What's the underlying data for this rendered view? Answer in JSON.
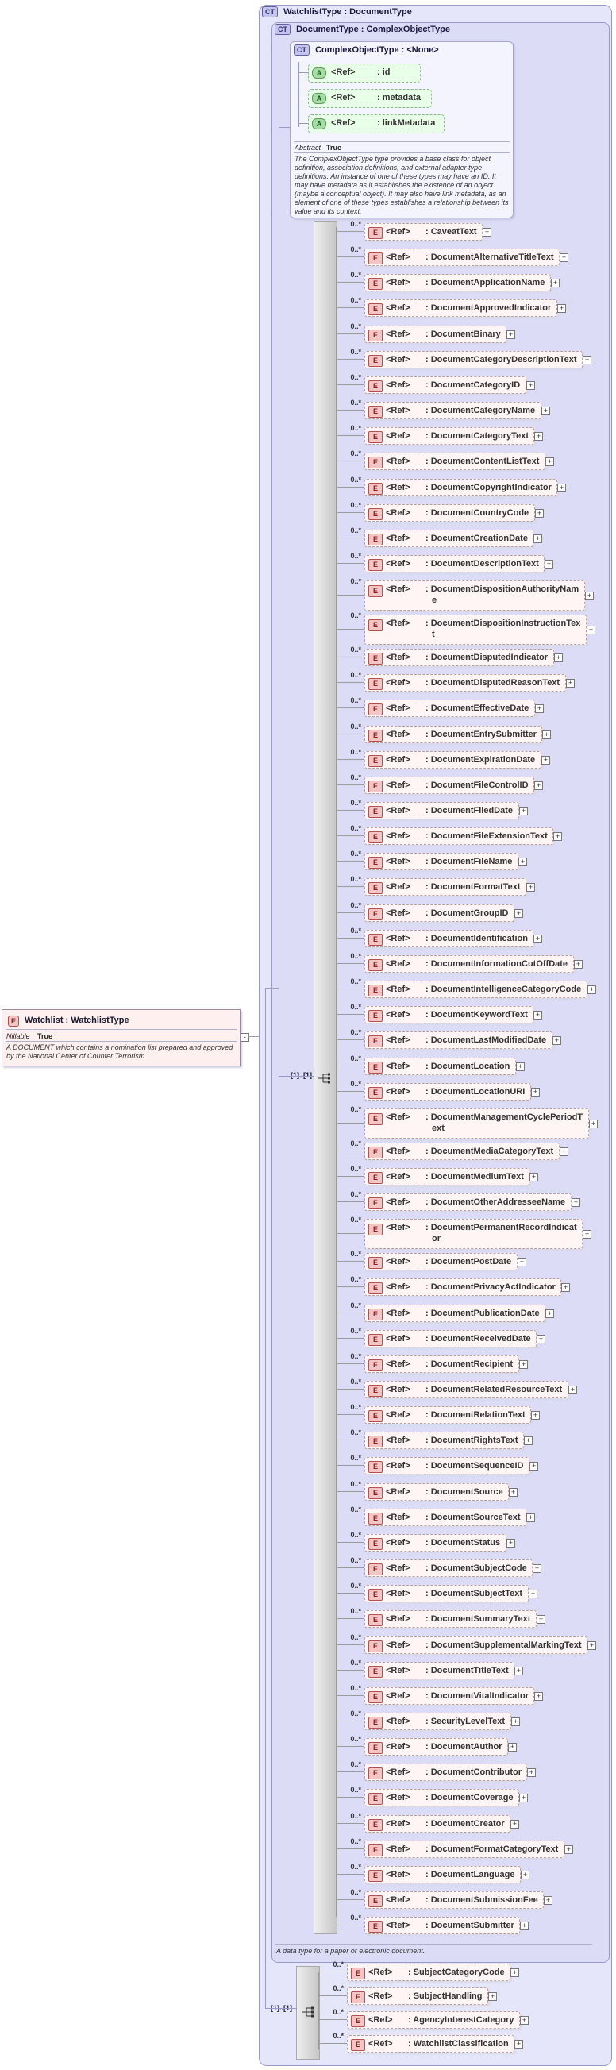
{
  "root": {
    "badge": "E",
    "title": "Watchlist : WatchlistType",
    "prop_label": "Nillable",
    "prop_value": "True",
    "doc": "A DOCUMENT which contains a nomination list prepared and approved by the National Center of Counter Terrorism."
  },
  "outer_type": {
    "badge": "CT",
    "title": "WatchlistType : DocumentType"
  },
  "document_type": {
    "badge": "CT",
    "title": "DocumentType : ComplexObjectType",
    "doc": "A data type for a paper or electronic document.",
    "seq_multiplicity": "[1]..[1]"
  },
  "complex_object_type": {
    "badge": "CT",
    "title": "ComplexObjectType : <None>",
    "attributes": [
      {
        "badge": "A",
        "ref": "<Ref>",
        "name": ": id"
      },
      {
        "badge": "A",
        "ref": "<Ref>",
        "name": ": metadata"
      },
      {
        "badge": "A",
        "ref": "<Ref>",
        "name": ": linkMetadata"
      }
    ],
    "prop_label": "Abstract",
    "prop_value": "True",
    "doc": "The ComplexObjectType type provides a base class for object definition, association definitions, and external adapter type definitions. An instance of one of these types may have an ID. It may have metadata as it establishes the existence of an object (maybe a conceptual object). It may also have link metadata, as an element of one of these types establishes a relationship between its value and its context."
  },
  "document_elements": [
    {
      "badge": "E",
      "ref": "<Ref>",
      "name": ": CaveatText",
      "mult": "0..*"
    },
    {
      "badge": "E",
      "ref": "<Ref>",
      "name": ": DocumentAlternativeTitleText",
      "mult": "0..*"
    },
    {
      "badge": "E",
      "ref": "<Ref>",
      "name": ": DocumentApplicationName",
      "mult": "0..*"
    },
    {
      "badge": "E",
      "ref": "<Ref>",
      "name": ": DocumentApprovedIndicator",
      "mult": "0..*"
    },
    {
      "badge": "E",
      "ref": "<Ref>",
      "name": ": DocumentBinary",
      "mult": "0..*"
    },
    {
      "badge": "E",
      "ref": "<Ref>",
      "name": ": DocumentCategoryDescriptionText",
      "mult": "0..*"
    },
    {
      "badge": "E",
      "ref": "<Ref>",
      "name": ": DocumentCategoryID",
      "mult": "0..*"
    },
    {
      "badge": "E",
      "ref": "<Ref>",
      "name": ": DocumentCategoryName",
      "mult": "0..*"
    },
    {
      "badge": "E",
      "ref": "<Ref>",
      "name": ": DocumentCategoryText",
      "mult": "0..*"
    },
    {
      "badge": "E",
      "ref": "<Ref>",
      "name": ": DocumentContentListText",
      "mult": "0..*"
    },
    {
      "badge": "E",
      "ref": "<Ref>",
      "name": ": DocumentCopyrightIndicator",
      "mult": "0..*"
    },
    {
      "badge": "E",
      "ref": "<Ref>",
      "name": ": DocumentCountryCode",
      "mult": "0..*"
    },
    {
      "badge": "E",
      "ref": "<Ref>",
      "name": ": DocumentCreationDate",
      "mult": "0..*"
    },
    {
      "badge": "E",
      "ref": "<Ref>",
      "name": ": DocumentDescriptionText",
      "mult": "0..*"
    },
    {
      "badge": "E",
      "ref": "<Ref>",
      "name": ": DocumentDispositionAuthorityNam",
      "name2": "e",
      "mult": "0..*"
    },
    {
      "badge": "E",
      "ref": "<Ref>",
      "name": ": DocumentDispositionInstructionTex",
      "name2": "t",
      "mult": "0..*"
    },
    {
      "badge": "E",
      "ref": "<Ref>",
      "name": ": DocumentDisputedIndicator",
      "mult": "0..*"
    },
    {
      "badge": "E",
      "ref": "<Ref>",
      "name": ": DocumentDisputedReasonText",
      "mult": "0..*"
    },
    {
      "badge": "E",
      "ref": "<Ref>",
      "name": ": DocumentEffectiveDate",
      "mult": "0..*"
    },
    {
      "badge": "E",
      "ref": "<Ref>",
      "name": ": DocumentEntrySubmitter",
      "mult": "0..*"
    },
    {
      "badge": "E",
      "ref": "<Ref>",
      "name": ": DocumentExpirationDate",
      "mult": "0..*"
    },
    {
      "badge": "E",
      "ref": "<Ref>",
      "name": ": DocumentFileControlID",
      "mult": "0..*"
    },
    {
      "badge": "E",
      "ref": "<Ref>",
      "name": ": DocumentFiledDate",
      "mult": "0..*"
    },
    {
      "badge": "E",
      "ref": "<Ref>",
      "name": ": DocumentFileExtensionText",
      "mult": "0..*"
    },
    {
      "badge": "E",
      "ref": "<Ref>",
      "name": ": DocumentFileName",
      "mult": "0..*"
    },
    {
      "badge": "E",
      "ref": "<Ref>",
      "name": ": DocumentFormatText",
      "mult": "0..*"
    },
    {
      "badge": "E",
      "ref": "<Ref>",
      "name": ": DocumentGroupID",
      "mult": "0..*"
    },
    {
      "badge": "E",
      "ref": "<Ref>",
      "name": ": DocumentIdentification",
      "mult": "0..*"
    },
    {
      "badge": "E",
      "ref": "<Ref>",
      "name": ": DocumentInformationCutOffDate",
      "mult": "0..*"
    },
    {
      "badge": "E",
      "ref": "<Ref>",
      "name": ": DocumentIntelligenceCategoryCode",
      "mult": "0..*"
    },
    {
      "badge": "E",
      "ref": "<Ref>",
      "name": ": DocumentKeywordText",
      "mult": "0..*"
    },
    {
      "badge": "E",
      "ref": "<Ref>",
      "name": ": DocumentLastModifiedDate",
      "mult": "0..*"
    },
    {
      "badge": "E",
      "ref": "<Ref>",
      "name": ": DocumentLocation",
      "mult": "0..*"
    },
    {
      "badge": "E",
      "ref": "<Ref>",
      "name": ": DocumentLocationURI",
      "mult": "0..*"
    },
    {
      "badge": "E",
      "ref": "<Ref>",
      "name": ": DocumentManagementCyclePeriodT",
      "name2": "ext",
      "mult": "0..*"
    },
    {
      "badge": "E",
      "ref": "<Ref>",
      "name": ": DocumentMediaCategoryText",
      "mult": "0..*"
    },
    {
      "badge": "E",
      "ref": "<Ref>",
      "name": ": DocumentMediumText",
      "mult": "0..*"
    },
    {
      "badge": "E",
      "ref": "<Ref>",
      "name": ": DocumentOtherAddresseeName",
      "mult": "0..*"
    },
    {
      "badge": "E",
      "ref": "<Ref>",
      "name": ": DocumentPermanentRecordIndicat",
      "name2": "or",
      "mult": "0..*"
    },
    {
      "badge": "E",
      "ref": "<Ref>",
      "name": ": DocumentPostDate",
      "mult": "0..*"
    },
    {
      "badge": "E",
      "ref": "<Ref>",
      "name": ": DocumentPrivacyActIndicator",
      "mult": "0..*"
    },
    {
      "badge": "E",
      "ref": "<Ref>",
      "name": ": DocumentPublicationDate",
      "mult": "0..*"
    },
    {
      "badge": "E",
      "ref": "<Ref>",
      "name": ": DocumentReceivedDate",
      "mult": "0..*"
    },
    {
      "badge": "E",
      "ref": "<Ref>",
      "name": ": DocumentRecipient",
      "mult": "0..*"
    },
    {
      "badge": "E",
      "ref": "<Ref>",
      "name": ": DocumentRelatedResourceText",
      "mult": "0..*"
    },
    {
      "badge": "E",
      "ref": "<Ref>",
      "name": ": DocumentRelationText",
      "mult": "0..*"
    },
    {
      "badge": "E",
      "ref": "<Ref>",
      "name": ": DocumentRightsText",
      "mult": "0..*"
    },
    {
      "badge": "E",
      "ref": "<Ref>",
      "name": ": DocumentSequenceID",
      "mult": "0..*"
    },
    {
      "badge": "E",
      "ref": "<Ref>",
      "name": ": DocumentSource",
      "mult": "0..*"
    },
    {
      "badge": "E",
      "ref": "<Ref>",
      "name": ": DocumentSourceText",
      "mult": "0..*"
    },
    {
      "badge": "E",
      "ref": "<Ref>",
      "name": ": DocumentStatus",
      "mult": "0..*"
    },
    {
      "badge": "E",
      "ref": "<Ref>",
      "name": ": DocumentSubjectCode",
      "mult": "0..*"
    },
    {
      "badge": "E",
      "ref": "<Ref>",
      "name": ": DocumentSubjectText",
      "mult": "0..*"
    },
    {
      "badge": "E",
      "ref": "<Ref>",
      "name": ": DocumentSummaryText",
      "mult": "0..*"
    },
    {
      "badge": "E",
      "ref": "<Ref>",
      "name": ": DocumentSupplementalMarkingText",
      "mult": "0..*"
    },
    {
      "badge": "E",
      "ref": "<Ref>",
      "name": ": DocumentTitleText",
      "mult": "0..*"
    },
    {
      "badge": "E",
      "ref": "<Ref>",
      "name": ": DocumentVitalIndicator",
      "mult": "0..*"
    },
    {
      "badge": "E",
      "ref": "<Ref>",
      "name": ": SecurityLevelText",
      "mult": "0..*"
    },
    {
      "badge": "E",
      "ref": "<Ref>",
      "name": ": DocumentAuthor",
      "mult": "0..*"
    },
    {
      "badge": "E",
      "ref": "<Ref>",
      "name": ": DocumentContributor",
      "mult": "0..*"
    },
    {
      "badge": "E",
      "ref": "<Ref>",
      "name": ": DocumentCoverage",
      "mult": "0..*"
    },
    {
      "badge": "E",
      "ref": "<Ref>",
      "name": ": DocumentCreator",
      "mult": "0..*"
    },
    {
      "badge": "E",
      "ref": "<Ref>",
      "name": ": DocumentFormatCategoryText",
      "mult": "0..*"
    },
    {
      "badge": "E",
      "ref": "<Ref>",
      "name": ": DocumentLanguage",
      "mult": "0..*"
    },
    {
      "badge": "E",
      "ref": "<Ref>",
      "name": ": DocumentSubmissionFee",
      "mult": "0..*"
    },
    {
      "badge": "E",
      "ref": "<Ref>",
      "name": ": DocumentSubmitter",
      "mult": "0..*"
    }
  ],
  "watchlist_type": {
    "seq_multiplicity": "[1]..[1]",
    "elements": [
      {
        "badge": "E",
        "ref": "<Ref>",
        "name": ": SubjectCategoryCode",
        "mult": "0..*"
      },
      {
        "badge": "E",
        "ref": "<Ref>",
        "name": ": SubjectHandling",
        "mult": "0..*"
      },
      {
        "badge": "E",
        "ref": "<Ref>",
        "name": ": AgencyInterestCategory",
        "mult": "0..*"
      },
      {
        "badge": "E",
        "ref": "<Ref>",
        "name": ": WatchlistClassification",
        "mult": "0..*"
      }
    ]
  }
}
